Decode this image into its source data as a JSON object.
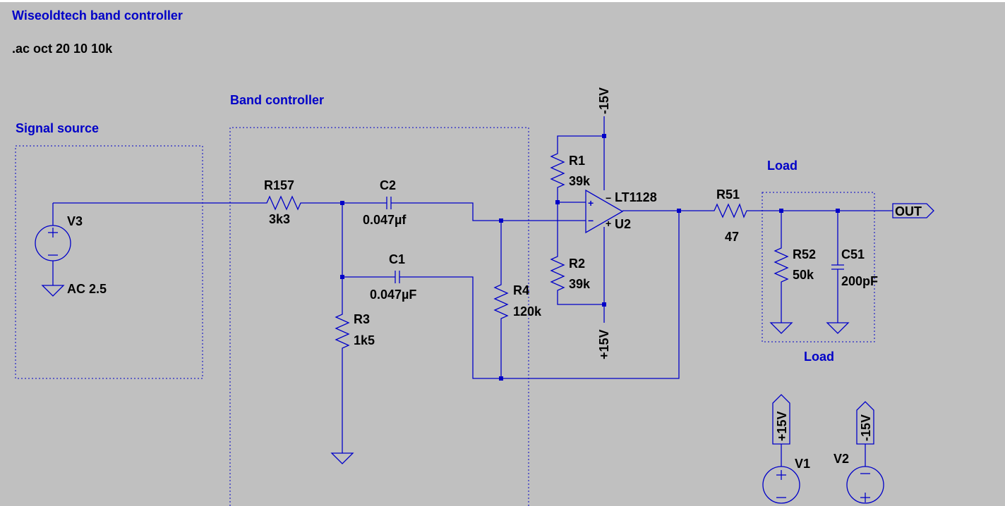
{
  "title": "Wiseoldtech band controller",
  "directive": ".ac oct 20 10 10k",
  "blocks": {
    "signal_source": "Signal source",
    "band_controller": "Band controller",
    "load_top": "Load",
    "load_bottom": "Load"
  },
  "components": {
    "V3": {
      "name": "V3",
      "value": "AC 2.5"
    },
    "R157": {
      "name": "R157",
      "value": "3k3"
    },
    "C2": {
      "name": "C2",
      "value": "0.047µf"
    },
    "C1": {
      "name": "C1",
      "value": "0.047µF"
    },
    "R3": {
      "name": "R3",
      "value": "1k5"
    },
    "R4": {
      "name": "R4",
      "value": "120k"
    },
    "R1": {
      "name": "R1",
      "value": "39k"
    },
    "R2": {
      "name": "R2",
      "value": "39k"
    },
    "U2": {
      "name": "U2",
      "part": "LT1128"
    },
    "R51": {
      "name": "R51",
      "value": "47"
    },
    "R52": {
      "name": "R52",
      "value": "50k"
    },
    "C51": {
      "name": "C51",
      "value": "200pF"
    },
    "V1": {
      "name": "V1"
    },
    "V2": {
      "name": "V2"
    }
  },
  "nets": {
    "neg_supply_top": "-15V",
    "pos_supply_bottom": "+15V",
    "v1_flag": "+15V",
    "v2_flag": "-15V",
    "out": "OUT"
  },
  "opamp_pins": {
    "minus": "−",
    "plus": "+"
  }
}
